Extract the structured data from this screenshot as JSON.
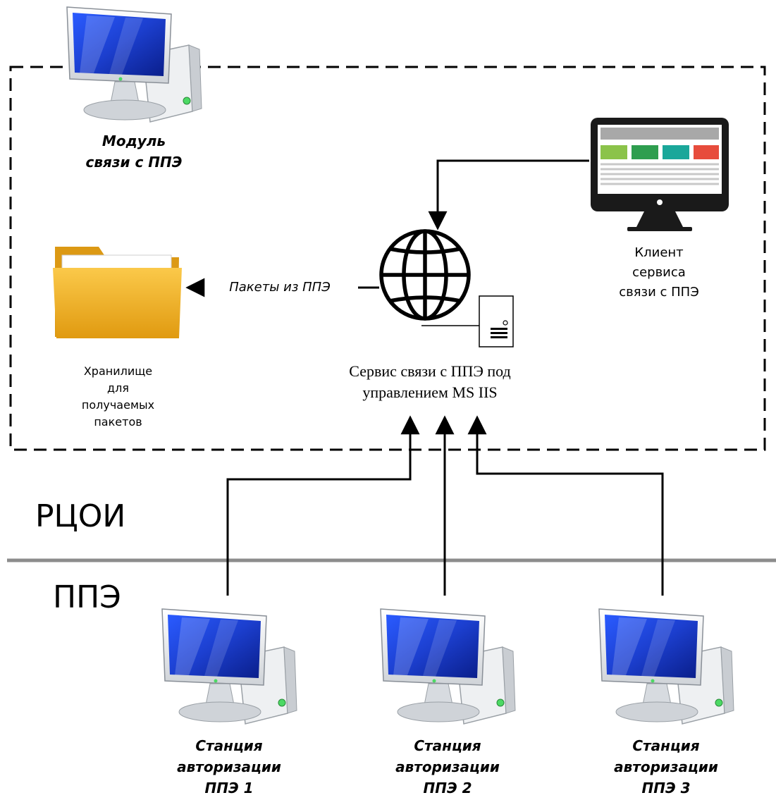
{
  "module": {
    "line1": "Модуль",
    "line2": "связи с ППЭ"
  },
  "client": {
    "line1": "Клиент",
    "line2": "сервиса",
    "line3": "связи с ППЭ"
  },
  "storage": {
    "line1": "Хранилище",
    "line2": "для",
    "line3": "получаемых",
    "line4": "пакетов"
  },
  "packets_label": "Пакеты из ППЭ",
  "service": {
    "line1": "Сервис связи с ППЭ под",
    "line2": "управлением MS IIS"
  },
  "zones": {
    "upper": "РЦОИ",
    "lower": "ППЭ"
  },
  "stations": [
    {
      "line1": "Станция",
      "line2": "авторизации",
      "line3": "ППЭ 1"
    },
    {
      "line1": "Станция",
      "line2": "авторизации",
      "line3": "ППЭ 2"
    },
    {
      "line1": "Станция",
      "line2": "авторизации",
      "line3": "ППЭ 3"
    }
  ],
  "icons": [
    "computer-icon",
    "dashboard-monitor-icon",
    "folder-icon",
    "globe-icon",
    "server-icon"
  ],
  "colors": {
    "screen": "#1e3fd0",
    "folder": "#f5b321",
    "tile_green": "#8bc34a",
    "tile_darkgreen": "#2e9e4f",
    "tile_teal": "#1aa79a",
    "tile_red": "#e74c3c",
    "separator": "#8c8c8c"
  }
}
